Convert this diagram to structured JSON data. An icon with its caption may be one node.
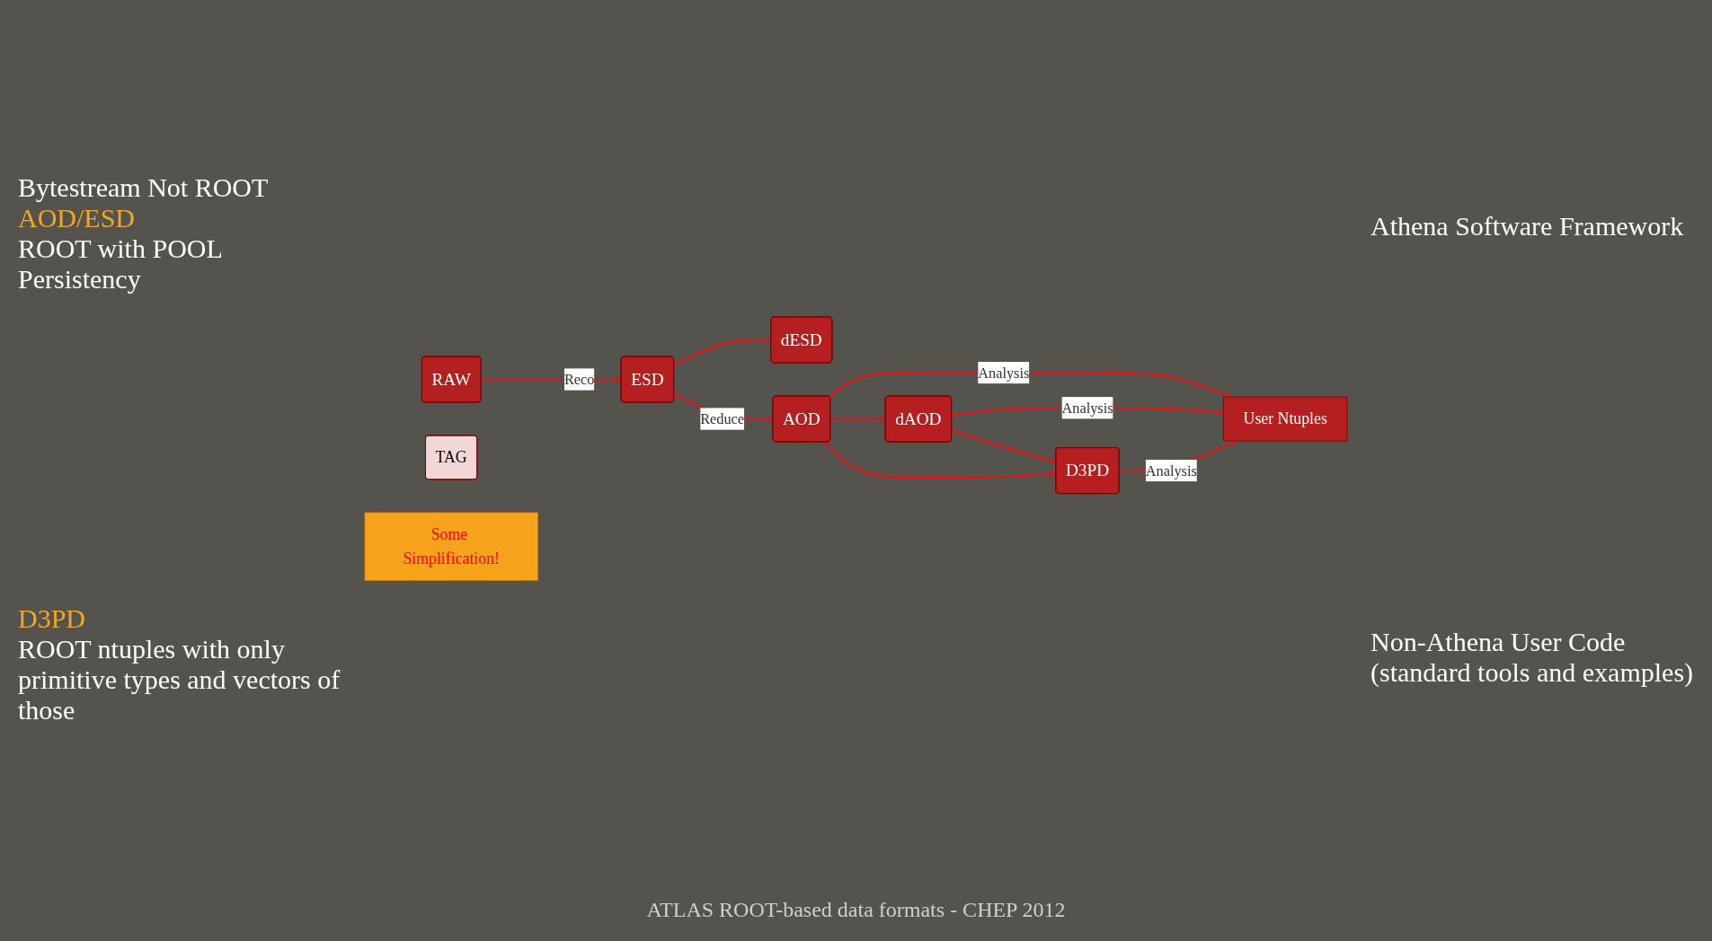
{
  "diagram": {
    "nodes": [
      {
        "text": [
          "RAW"
        ]
      },
      {
        "text": [
          "ESD"
        ]
      },
      {
        "text": [
          "dESD"
        ]
      },
      {
        "text": [
          "AOD"
        ]
      },
      {
        "text": [
          "TAG"
        ]
      },
      {
        "text": [
          "dAOD"
        ]
      },
      {
        "text": [
          "D3PD"
        ]
      },
      {
        "text": [
          "User Ntuples"
        ]
      },
      {
        "text": [
          "Some Simplification!"
        ]
      }
    ],
    "edges": [
      {
        "from": 0,
        "to": 1,
        "arrow": "to",
        "label": "Reco"
      },
      {
        "from": 1,
        "to": 3,
        "arrow": "to",
        "label": "Reduce"
      },
      {
        "from": 1,
        "to": 2,
        "arrow": "to"
      },
      {
        "from": 3,
        "to": 7,
        "arrow": "to",
        "label": "Analysis"
      },
      {
        "from": 3,
        "to": 5,
        "arrow": "to"
      },
      {
        "from": 5,
        "to": 7,
        "arrow": "to",
        "label": "Analysis"
      },
      {
        "from": 5,
        "to": 6,
        "arrow": "to"
      },
      {
        "from": 3,
        "to": 6,
        "arrow": "to"
      },
      {
        "from": 6,
        "to": 7,
        "arrow": "to",
        "label": "Analysis"
      }
    ],
    "labels": [
      "Bytestream Not ROOT",
      "AOD/ESD",
      "ROOT with POOL Persistency",
      "D3PD",
      "ROOT  ntuples with only primitive types and vectors of those",
      "Athena Software Framework",
      "Non-Athena User Code (standard tools and examples)",
      "ATLAS ROOT-based data formats - CHEP 2012"
    ]
  }
}
